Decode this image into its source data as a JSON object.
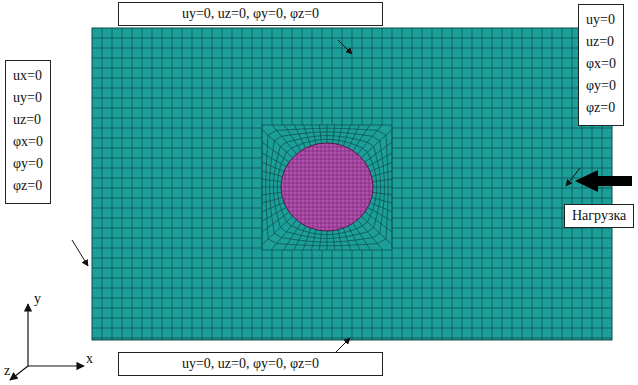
{
  "diagram": {
    "nodes": [
      {
        "text": [
          "uy=0, uz=0, φy=0, φz=0"
        ]
      },
      {
        "text": [
          "ux=0",
          "uy=0",
          "uz=0",
          "φx=0",
          "φy=0",
          "φz=0"
        ]
      },
      {
        "text": [
          "uy=0",
          "uz=0",
          "φx=0",
          "φy=0",
          "φz=0"
        ]
      },
      {
        "text": [
          "Нагрузка"
        ]
      },
      {
        "text": [
          "uy=0, uz=0, φy=0, φz=0"
        ]
      }
    ],
    "labels": [
      "y",
      "x",
      "z"
    ]
  }
}
